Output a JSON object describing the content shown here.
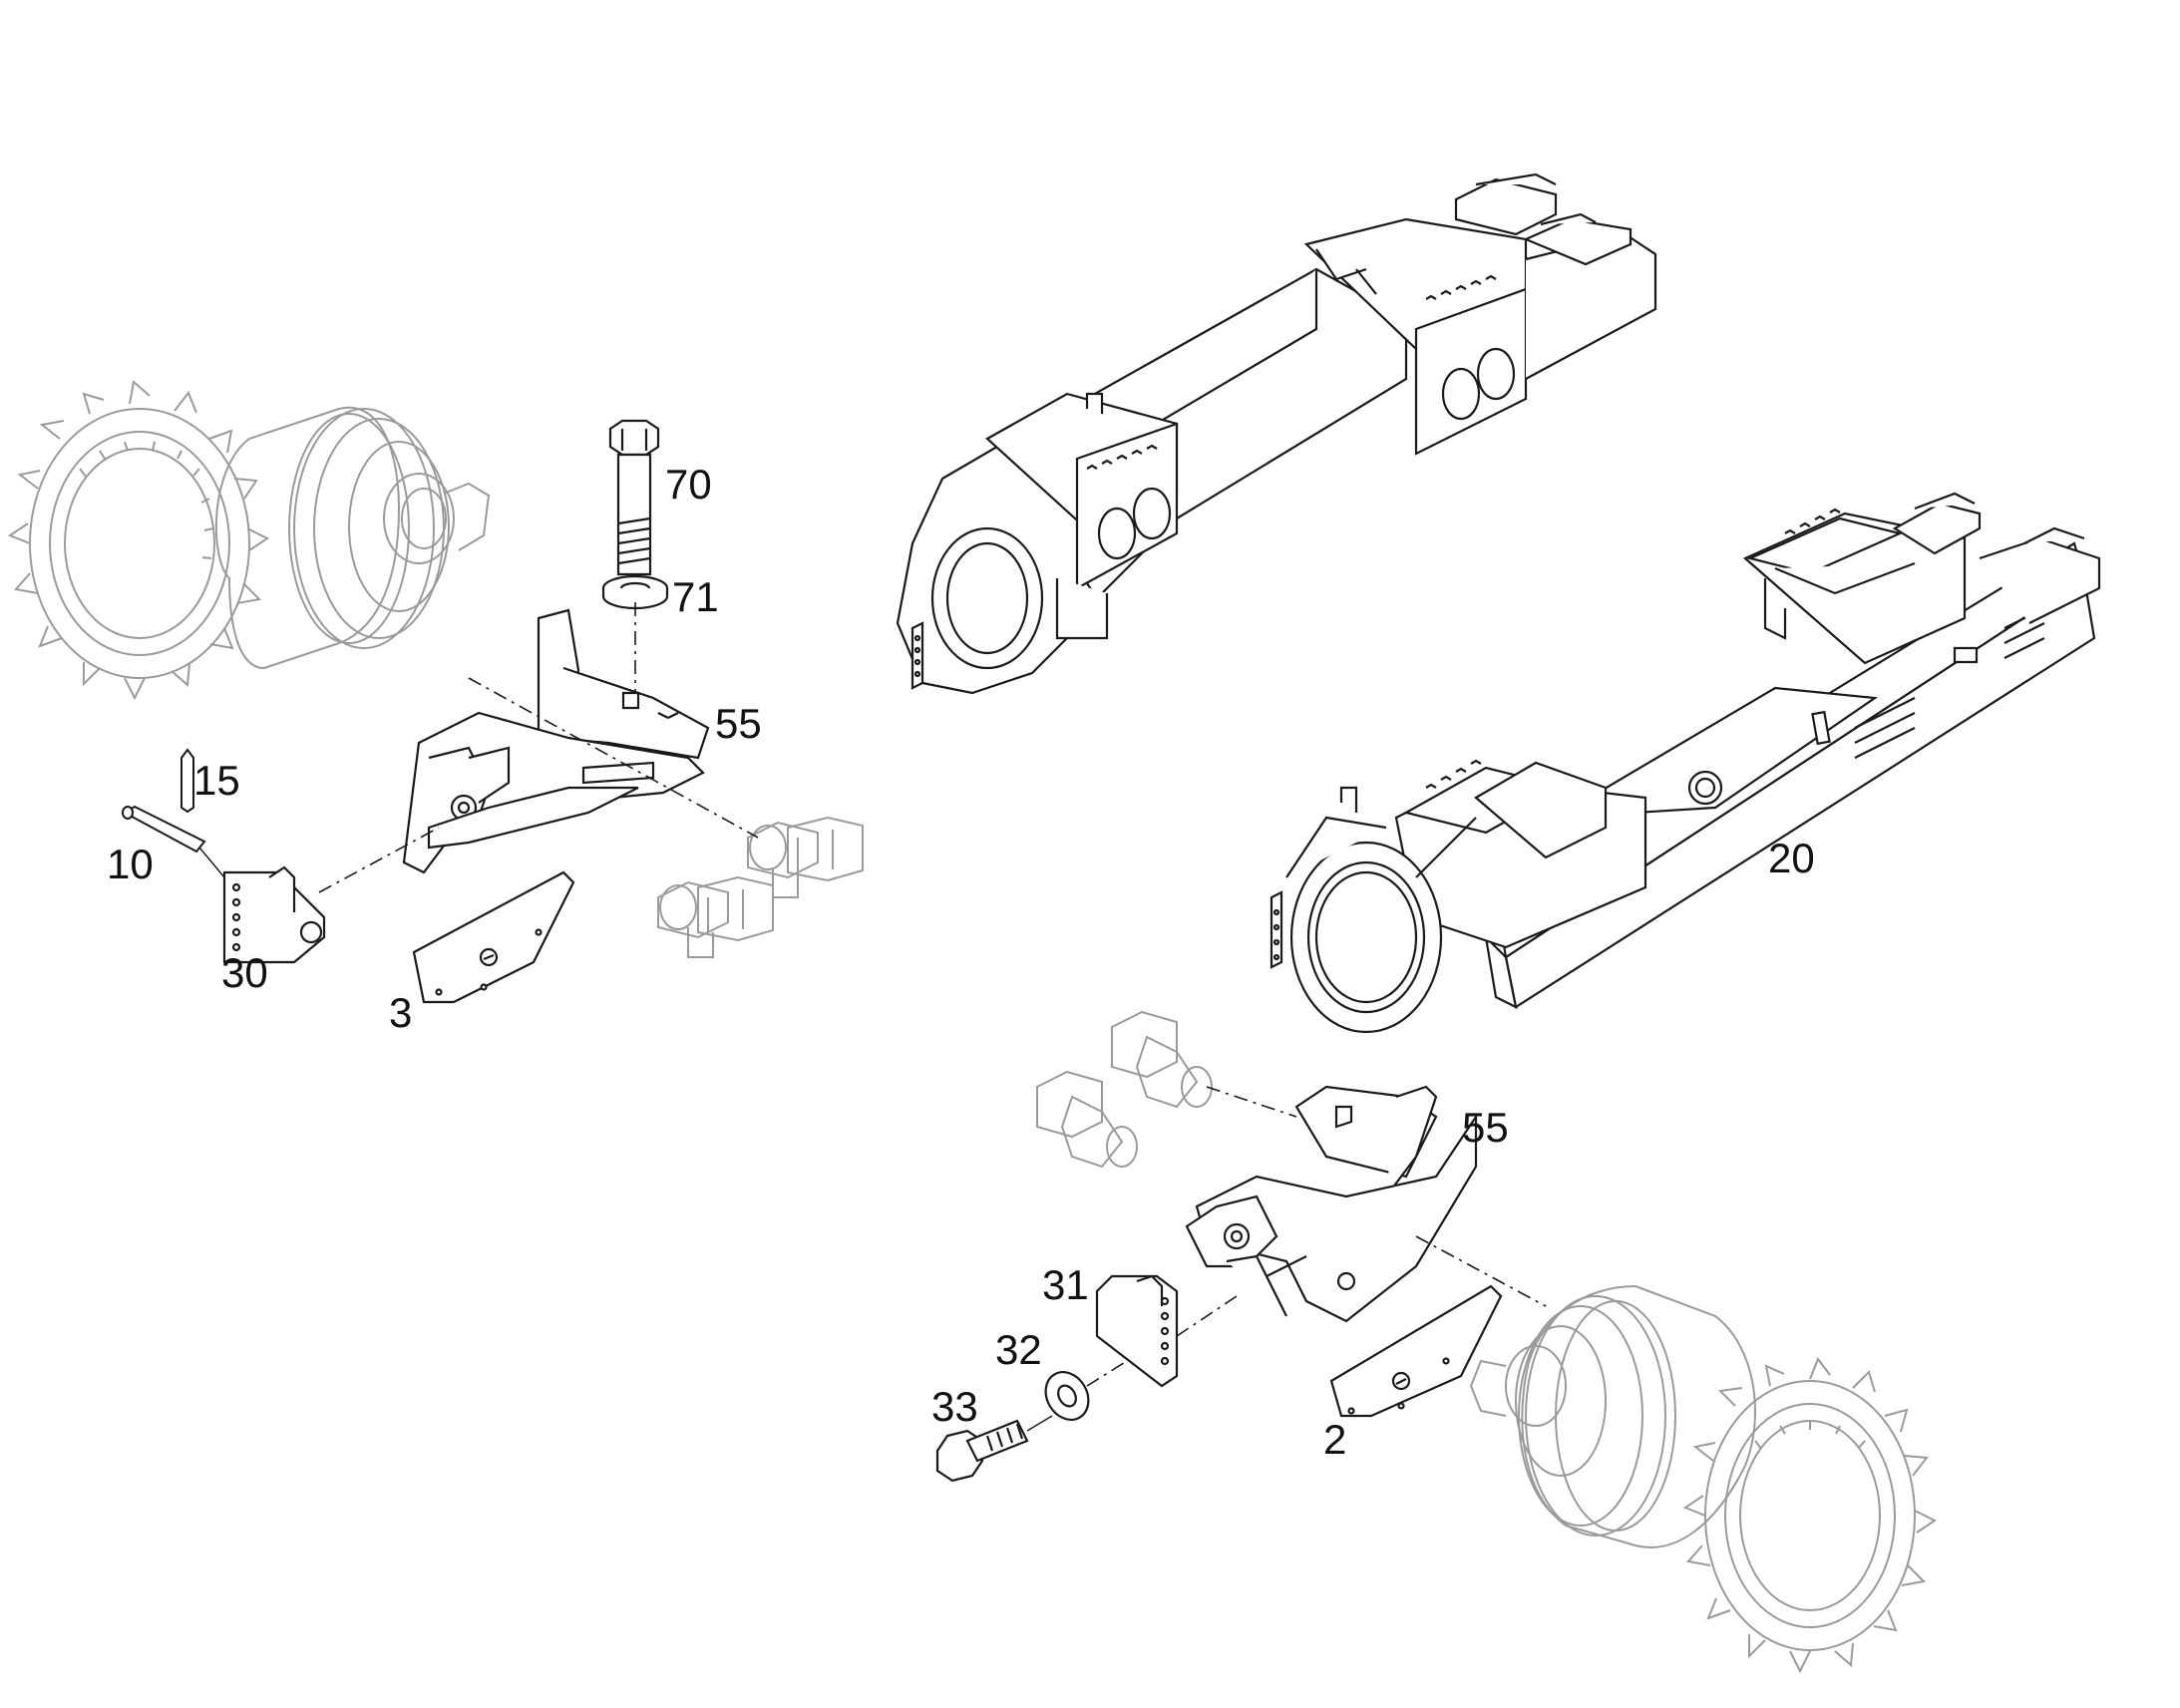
{
  "diagram": {
    "kind": "exploded-parts-drawing",
    "callouts": [
      {
        "id": "c70",
        "label": "70"
      },
      {
        "id": "c71",
        "label": "71"
      },
      {
        "id": "c55a",
        "label": "55"
      },
      {
        "id": "c15",
        "label": "15"
      },
      {
        "id": "c10",
        "label": "10"
      },
      {
        "id": "c30",
        "label": "30"
      },
      {
        "id": "c3",
        "label": "3"
      },
      {
        "id": "c20",
        "label": "20"
      },
      {
        "id": "c55b",
        "label": "55"
      },
      {
        "id": "c31",
        "label": "31"
      },
      {
        "id": "c32",
        "label": "32"
      },
      {
        "id": "c33",
        "label": "33"
      },
      {
        "id": "c2",
        "label": "2"
      }
    ],
    "colors": {
      "line": "#1a1a1a",
      "ghost": "#9a9a9a",
      "fill": "#ffffff",
      "shade": "#e8e8e8"
    }
  }
}
